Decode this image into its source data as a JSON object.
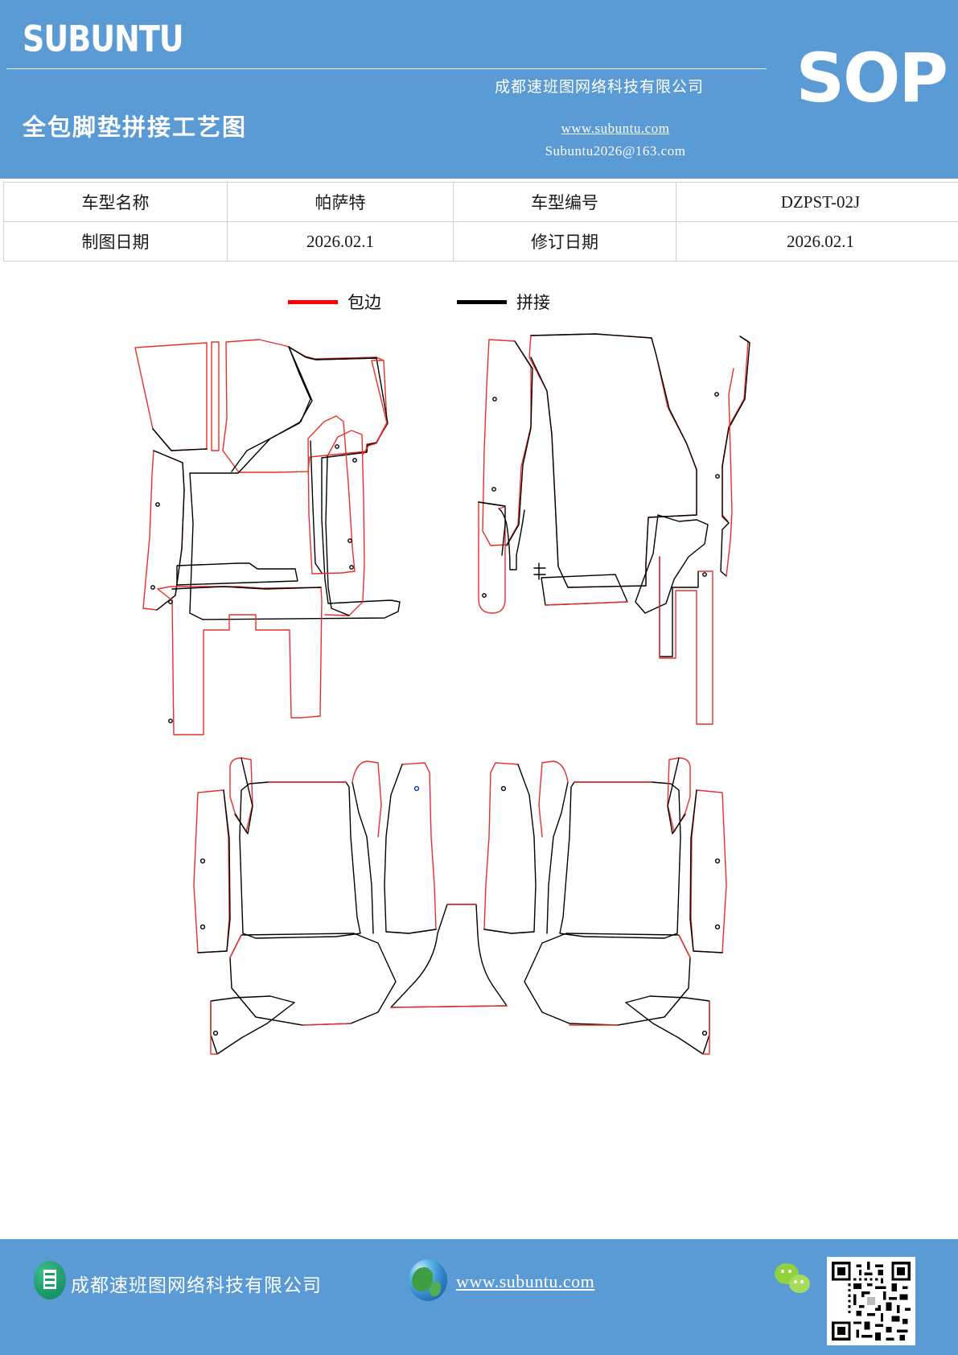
{
  "header": {
    "brand": "SUBUNTU",
    "doc_type": "SOP",
    "doc_title": "全包脚垫拼接工艺图",
    "company": "成都速班图网络科技有限公司",
    "website": "www.subuntu.com",
    "email": "Subuntu2026@163.com",
    "bg_color": "#5b9bd5"
  },
  "info_table": {
    "rows": [
      {
        "label1": "车型名称",
        "value1": "帕萨特",
        "label2": "车型编号",
        "value2": "DZPST-02J"
      },
      {
        "label1": "制图日期",
        "value1": "2026.02.1",
        "label2": "修订日期",
        "value2": "2026.02.1"
      }
    ]
  },
  "legend": {
    "items": [
      {
        "label": "包边",
        "color": "#ff0000"
      },
      {
        "label": "拼接",
        "color": "#000000"
      }
    ]
  },
  "footer": {
    "company": "成都速班图网络科技有限公司",
    "website": "www.subuntu.com",
    "bg_color": "#5b9bd5"
  },
  "drawing": {
    "title": "全包脚垫拼接工艺图",
    "stroke_binding": "#e8302a",
    "stroke_seam": "#000000",
    "groups": [
      {
        "name": "front-left-footwell-group",
        "pieces": 5
      },
      {
        "name": "front-right-footwell-group",
        "pieces": 8
      },
      {
        "name": "rear-left-group",
        "pieces": 6
      },
      {
        "name": "rear-center-tunnel-piece",
        "pieces": 1
      },
      {
        "name": "rear-right-group",
        "pieces": 6
      }
    ]
  }
}
